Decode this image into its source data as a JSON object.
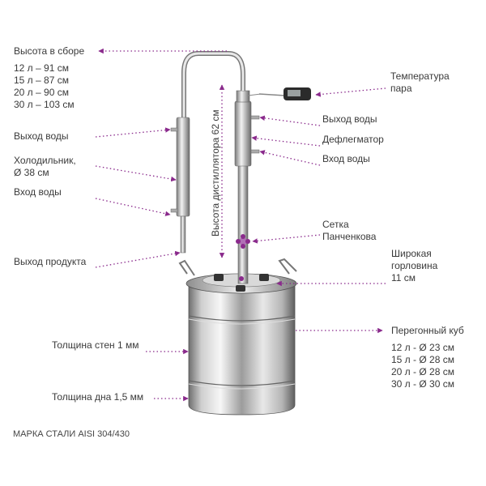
{
  "assembled_height": {
    "title": "Высота в сборе",
    "rows": [
      "12 л – 91 см",
      "15 л – 87 см",
      "20 л – 90 см",
      "30 л – 103 см"
    ]
  },
  "left_labels": {
    "water_out": "Выход воды",
    "condenser_line1": "Холодильник,",
    "condenser_line2": "Ø 38 см",
    "water_in": "Вход воды",
    "product_out": "Выход продукта",
    "wall_thickness": "Толщина стен 1 мм",
    "bottom_thickness": "Толщина дна 1,5 мм"
  },
  "right_labels": {
    "temp_line1": "Температура",
    "temp_line2": "пара",
    "water_out": "Выход воды",
    "dephlegmator": "Дефлегматор",
    "water_in": "Вход воды",
    "mesh_line1": "Сетка",
    "mesh_line2": "Панченкова",
    "neck_line1": "Широкая",
    "neck_line2": "горловина",
    "neck_line3": "11 см"
  },
  "cube": {
    "title": "Перегонный куб",
    "rows": [
      "12 л - Ø 23 см",
      "15 л - Ø 28 см",
      "20 л - Ø 28 см",
      "30 л - Ø 30 см"
    ]
  },
  "column_height": "Высота дистиллятора 62 см",
  "steel_grade": "МАРКА СТАЛИ AISI 304/430",
  "colors": {
    "accent": "#8a2a8c",
    "text": "#3a3a3a"
  }
}
